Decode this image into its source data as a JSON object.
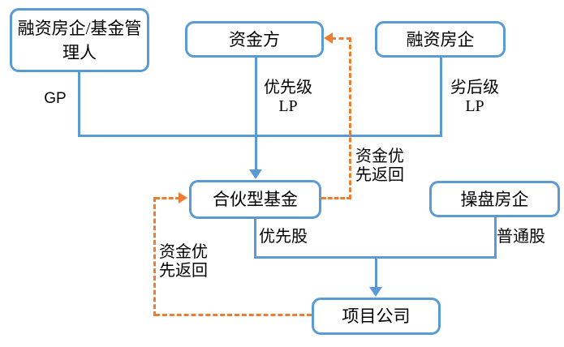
{
  "diagram": {
    "boxes": {
      "fund_manager": {
        "label": "融资房企/基金管理人"
      },
      "capital_provider": {
        "label": "资金方"
      },
      "financing_developer": {
        "label": "融资房企"
      },
      "partnership_fund": {
        "label": "合伙型基金"
      },
      "operating_developer": {
        "label": "操盘房企"
      },
      "project_company": {
        "label": "项目公司"
      }
    },
    "edge_labels": {
      "gp": "GP",
      "senior_lp": "优先级\nLP",
      "junior_lp": "劣后级\nLP",
      "return_to_capital_provider": "资金优\n先返回",
      "return_to_fund": "资金优\n先返回",
      "preferred_stock": "优先股",
      "common_stock": "普通股"
    },
    "colors": {
      "box_border": "#5B9BD5",
      "connector_blue": "#5B9BD5",
      "dashed_orange": "#ED7D31",
      "text": "#000000",
      "background": "#FFFFFF"
    }
  }
}
